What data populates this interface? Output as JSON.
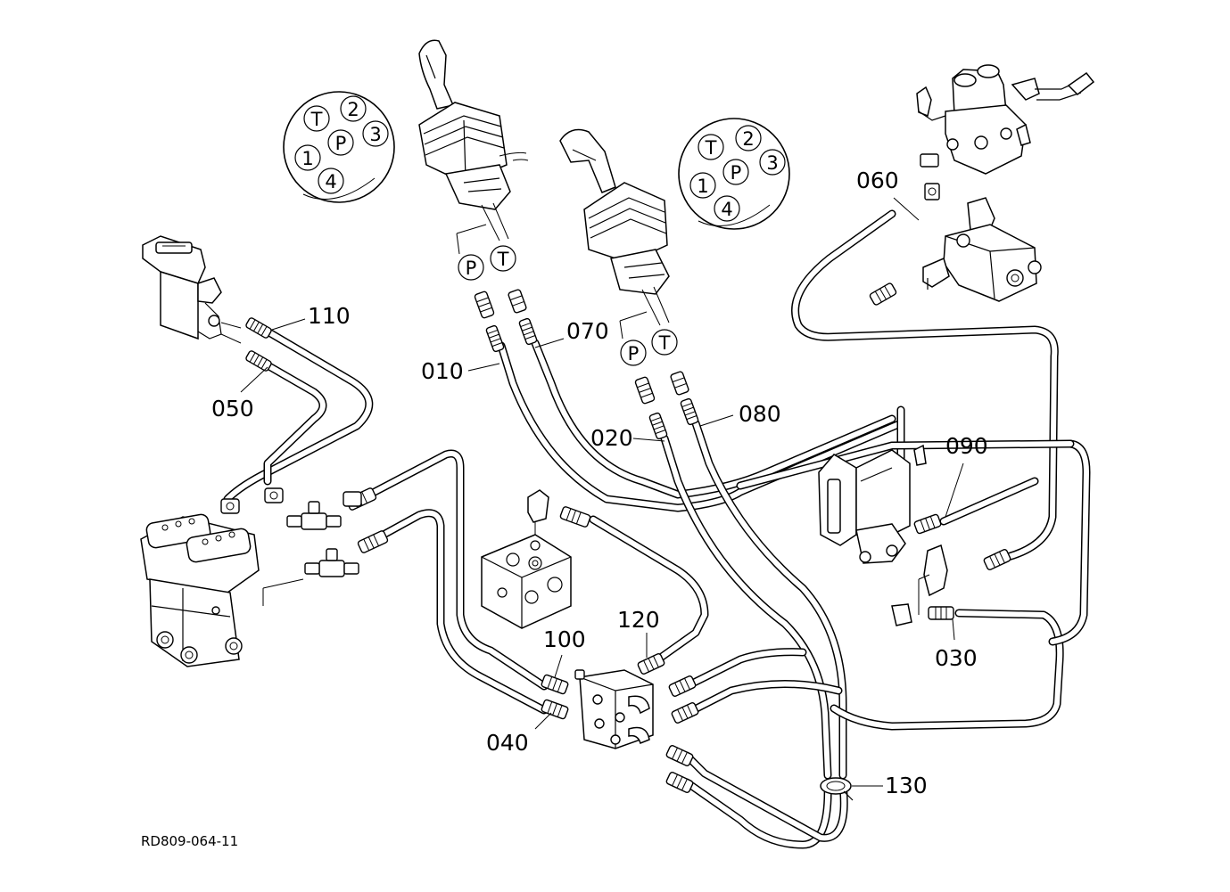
{
  "diagram": {
    "drawing_code": "RD809-064-11",
    "callouts": {
      "c010": "010",
      "c020": "020",
      "c030": "030",
      "c040": "040",
      "c050": "050",
      "c060": "060",
      "c070": "070",
      "c080": "080",
      "c090": "090",
      "c100": "100",
      "c110": "110",
      "c120": "120",
      "c130": "130"
    },
    "port_diagram_left": {
      "pins": [
        "T",
        "2",
        "3",
        "P",
        "1",
        "4"
      ]
    },
    "port_diagram_right": {
      "pins": [
        "T",
        "2",
        "3",
        "P",
        "1",
        "4"
      ]
    },
    "left_joystick_ports": {
      "p": "P",
      "t": "T"
    },
    "right_joystick_ports": {
      "p": "P",
      "t": "T"
    }
  }
}
